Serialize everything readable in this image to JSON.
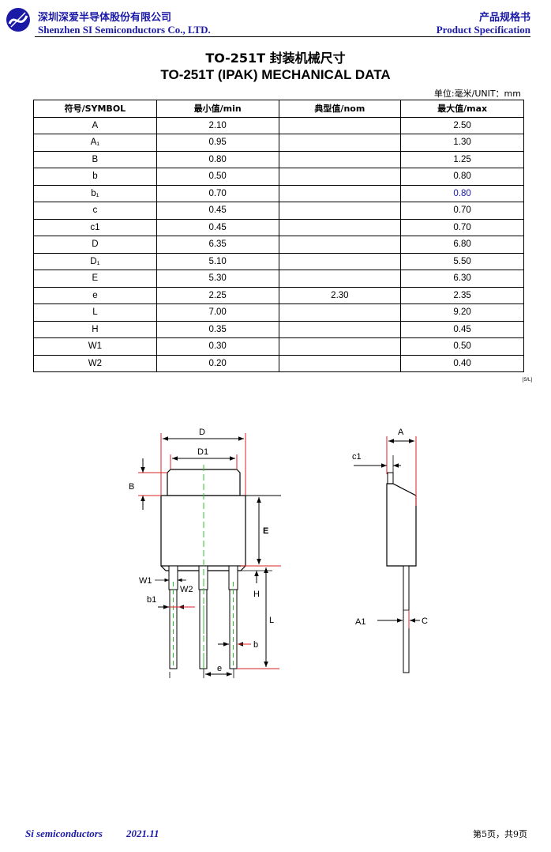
{
  "header": {
    "company_cn": "深圳深爱半导体股份有限公司",
    "company_en": "Shenzhen SI Semiconductors Co., LTD.",
    "doc_type_cn": "产品规格书",
    "doc_type_en": "Product Specification",
    "brand_color": "#1a1aa6"
  },
  "title_cn": "TO-251T 封装机械尺寸",
  "title_en": "TO-251T (IPAK) MECHANICAL DATA",
  "unit": "单位:毫米/UNIT：mm",
  "table": {
    "headers": [
      "符号/SYMBOL",
      "最小值/min",
      "典型值/nom",
      "最大值/max"
    ],
    "rows": [
      {
        "symbol": "A",
        "min": "2.10",
        "nom": "",
        "max": "2.50"
      },
      {
        "symbol": "A₁",
        "min": "0.95",
        "nom": "",
        "max": "1.30"
      },
      {
        "symbol": "B",
        "min": "0.80",
        "nom": "",
        "max": "1.25"
      },
      {
        "symbol": "b",
        "min": "0.50",
        "nom": "",
        "max": "0.80"
      },
      {
        "symbol": "b₁",
        "min": "0.70",
        "nom": "",
        "max": "0.80",
        "max_highlight": true
      },
      {
        "symbol": "c",
        "min": "0.45",
        "nom": "",
        "max": "0.70"
      },
      {
        "symbol": "c1",
        "min": "0.45",
        "nom": "",
        "max": "0.70"
      },
      {
        "symbol": "D",
        "min": "6.35",
        "nom": "",
        "max": "6.80"
      },
      {
        "symbol": "D₁",
        "min": "5.10",
        "nom": "",
        "max": "5.50"
      },
      {
        "symbol": "E",
        "min": "5.30",
        "nom": "",
        "max": "6.30"
      },
      {
        "symbol": "e",
        "min": "2.25",
        "nom": "2.30",
        "max": "2.35"
      },
      {
        "symbol": "L",
        "min": "7.00",
        "nom": "",
        "max": "9.20"
      },
      {
        "symbol": "H",
        "min": "0.35",
        "nom": "",
        "max": "0.45"
      },
      {
        "symbol": "W1",
        "min": "0.30",
        "nom": "",
        "max": "0.50"
      },
      {
        "symbol": "W2",
        "min": "0.20",
        "nom": "",
        "max": "0.40"
      }
    ]
  },
  "note": "[S/L]",
  "drawing_labels": {
    "D": "D",
    "D1": "D1",
    "B": "B",
    "E": "E",
    "W1": "W1",
    "W2": "W2",
    "b1": "b1",
    "H": "H",
    "L": "L",
    "b": "b",
    "e": "e",
    "A": "A",
    "c1": "c1",
    "A1": "A1",
    "C": "C"
  },
  "footer": {
    "brand": "Si semiconductors",
    "date": "2021.11",
    "page": "第5页，共9页"
  }
}
